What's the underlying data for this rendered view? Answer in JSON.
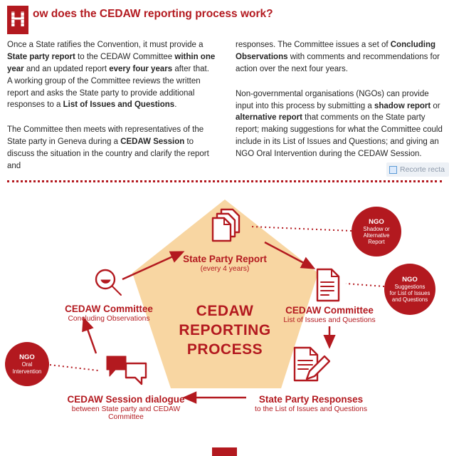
{
  "colors": {
    "red": "#b3191f",
    "peach": "#f8d6a2",
    "body_text": "#262626"
  },
  "header": {
    "dropcap": "H",
    "title": "ow does the CEDAW reporting process work?"
  },
  "intro": {
    "left": {
      "p1": [
        {
          "t": "Once a State ratifies the Convention, it must provide a "
        },
        {
          "t": "State party report",
          "b": true
        },
        {
          "t": " to the CEDAW Committee "
        },
        {
          "t": "within one year",
          "b": true
        },
        {
          "t": " and an updated report "
        },
        {
          "t": "every four years",
          "b": true
        },
        {
          "t": " after that. A working group of the Committee reviews the written report and asks the State party to provide additional responses to a "
        },
        {
          "t": "List of Issues and Questions",
          "b": true
        },
        {
          "t": "."
        }
      ],
      "p2": [
        {
          "t": "The Committee then meets with representatives of the State party in Geneva during a "
        },
        {
          "t": "CEDAW Session",
          "b": true
        },
        {
          "t": " to discuss the situation in the country and clarify the report and"
        }
      ]
    },
    "right": {
      "p1": [
        {
          "t": "responses. The Committee issues a set of "
        },
        {
          "t": "Concluding Observations",
          "b": true
        },
        {
          "t": " with comments and recommendations for action over the next four years."
        }
      ],
      "p2": [
        {
          "t": "Non-governmental organisations (NGOs) can provide input into this process by submitting a "
        },
        {
          "t": "shadow report",
          "b": true
        },
        {
          "t": " or "
        },
        {
          "t": "alternative report",
          "b": true
        },
        {
          "t": " that comments on the State party report; making suggestions for what the Committee could include in its List of Issues and Questions; and giving an NGO Oral Intervention during the CEDAW Session."
        }
      ]
    }
  },
  "overlay": {
    "snip_label": "Recorte recta"
  },
  "diagram": {
    "center": {
      "line1": "CEDAW",
      "line2": "REPORTING",
      "line3": "PROCESS"
    },
    "nodes": {
      "report": {
        "title": "State Party Report",
        "sub": "(every 4 years)"
      },
      "committee_right": {
        "title": "CEDAW Committee",
        "sub": "List of Issues and Questions"
      },
      "responses": {
        "title": "State Party Responses",
        "sub": "to the List of Issues and Questions"
      },
      "dialogue": {
        "title": "CEDAW Session dialogue",
        "sub": "between State party and CEDAW Committee"
      },
      "committee_left": {
        "title": "CEDAW Committee",
        "sub": "Concluding Observations"
      }
    },
    "badges": {
      "shadow": {
        "tag": "NGO",
        "lines": [
          "Shadow or",
          "Alternative",
          "Report"
        ]
      },
      "suggestions": {
        "tag": "NGO",
        "lines": [
          "Suggestions",
          "for List of Issues",
          "and Questions"
        ]
      },
      "oral": {
        "tag": "NGO",
        "lines": [
          "Oral",
          "Intervention"
        ]
      }
    }
  }
}
